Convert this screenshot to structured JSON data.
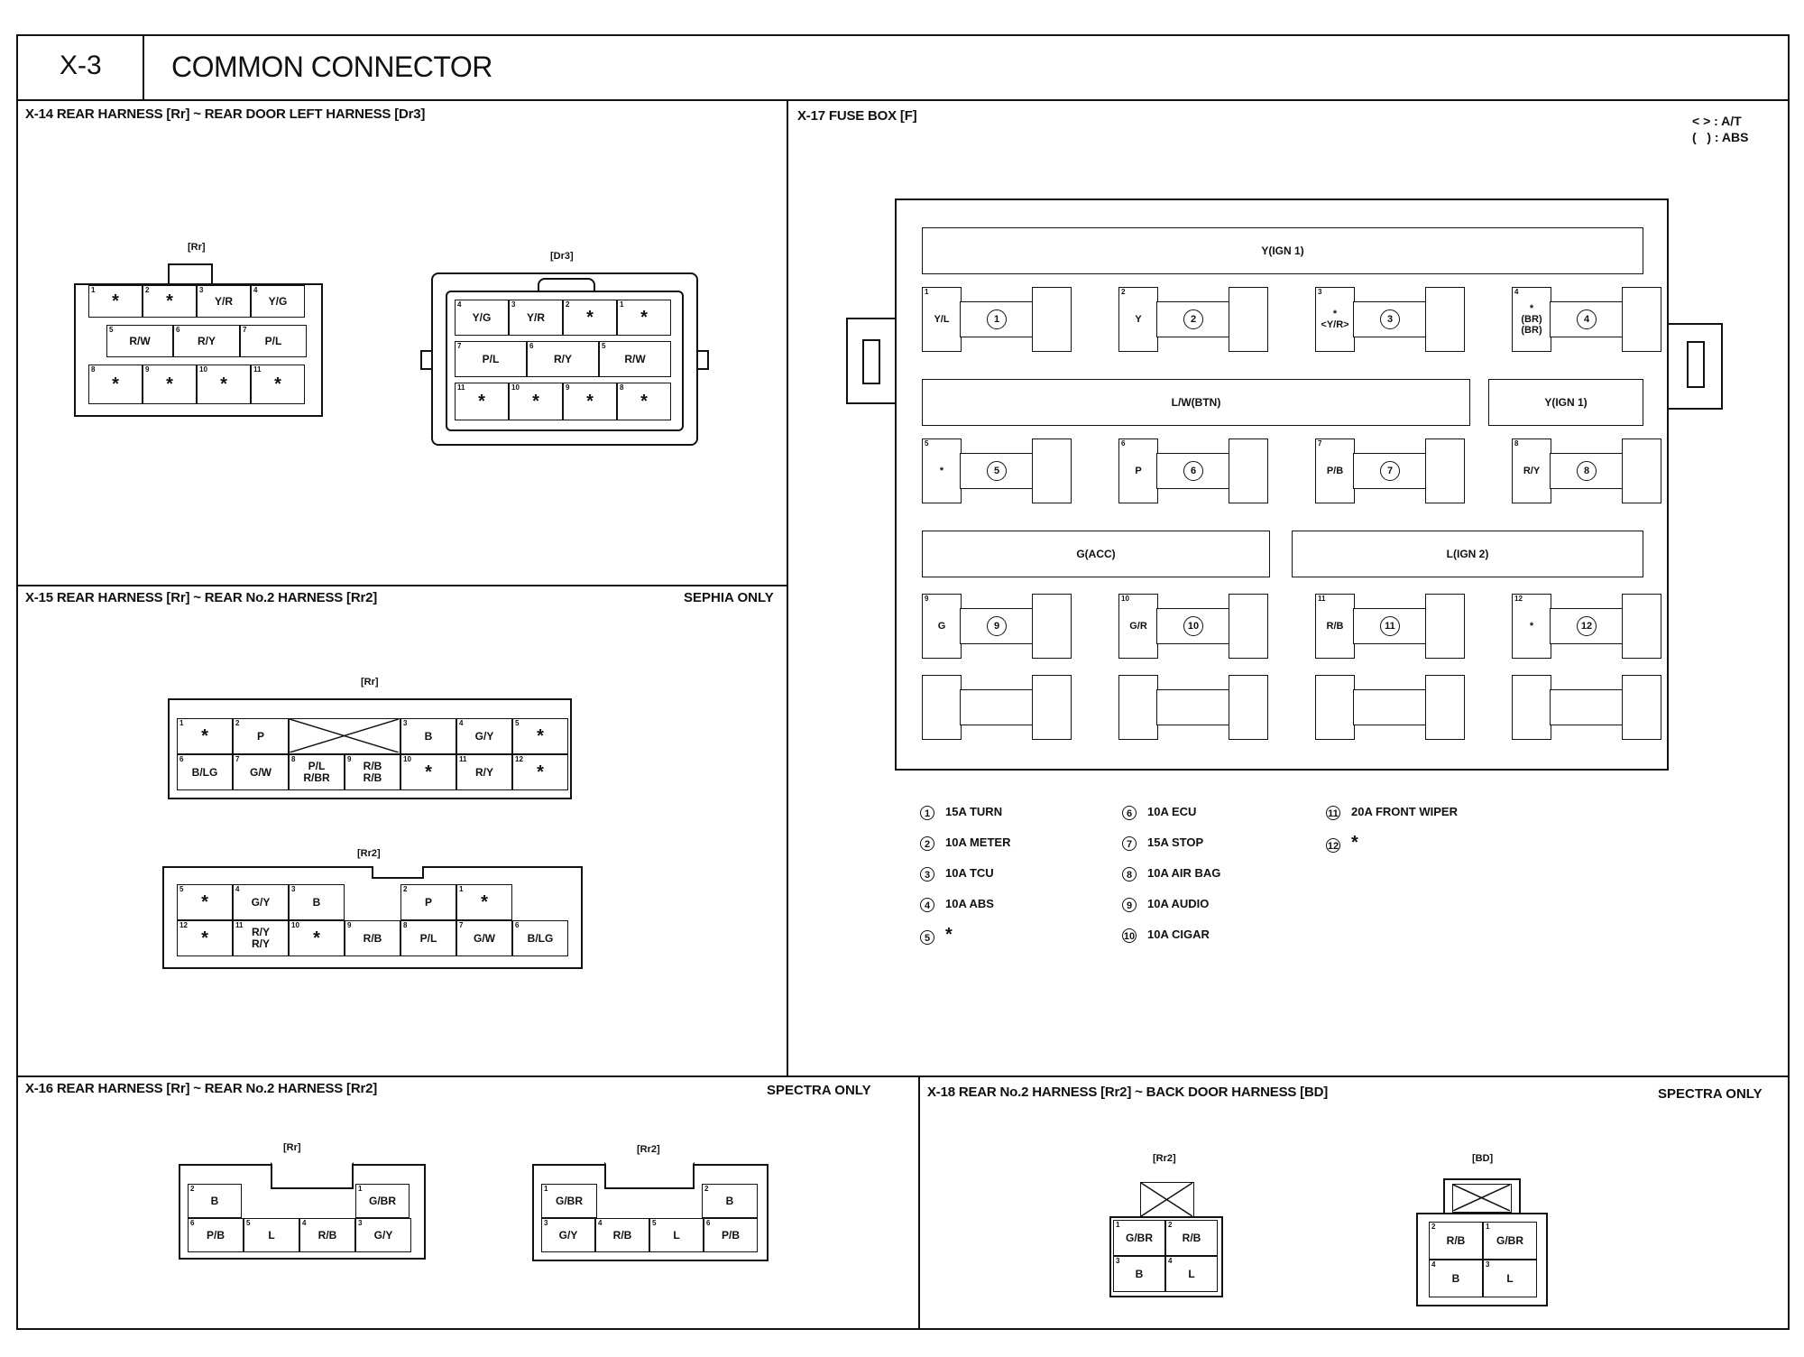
{
  "header": {
    "code": "X-3",
    "title": "COMMON CONNECTOR"
  },
  "x14": {
    "title": "X-14 REAR HARNESS [Rr] ~ REAR DOOR LEFT HARNESS [Dr3]",
    "rr_label": "[Rr]",
    "dr3_label": "[Dr3]",
    "rr_pins": [
      {
        "p": "1",
        "t": "*"
      },
      {
        "p": "2",
        "t": "*"
      },
      {
        "p": "3",
        "t": "Y/R"
      },
      {
        "p": "4",
        "t": "Y/G"
      },
      {
        "p": "5",
        "t": "R/W"
      },
      {
        "p": "6",
        "t": "R/Y"
      },
      {
        "p": "7",
        "t": "P/L"
      },
      {
        "p": "8",
        "t": "*"
      },
      {
        "p": "9",
        "t": "*"
      },
      {
        "p": "10",
        "t": "*"
      },
      {
        "p": "11",
        "t": "*"
      }
    ],
    "dr3_pins": [
      {
        "p": "4",
        "t": "Y/G"
      },
      {
        "p": "3",
        "t": "Y/R"
      },
      {
        "p": "2",
        "t": "*"
      },
      {
        "p": "1",
        "t": "*"
      },
      {
        "p": "7",
        "t": "P/L"
      },
      {
        "p": "6",
        "t": "R/Y"
      },
      {
        "p": "5",
        "t": "R/W"
      },
      {
        "p": "11",
        "t": "*"
      },
      {
        "p": "10",
        "t": "*"
      },
      {
        "p": "9",
        "t": "*"
      },
      {
        "p": "8",
        "t": "*"
      }
    ]
  },
  "x15": {
    "title": "X-15 REAR HARNESS [Rr] ~ REAR No.2 HARNESS [Rr2]",
    "note": "SEPHIA ONLY",
    "rr_label": "[Rr]",
    "rr2_label": "[Rr2]",
    "rr_pins": [
      {
        "p": "1",
        "t": "*"
      },
      {
        "p": "2",
        "t": "P"
      },
      {
        "p": "3",
        "t": "B"
      },
      {
        "p": "4",
        "t": "G/Y"
      },
      {
        "p": "5",
        "t": "*"
      },
      {
        "p": "6",
        "t": "B/LG"
      },
      {
        "p": "7",
        "t": "G/W"
      },
      {
        "p": "8",
        "t": "P/L\nR/BR"
      },
      {
        "p": "9",
        "t": "R/B\nR/B"
      },
      {
        "p": "10",
        "t": "*"
      },
      {
        "p": "11",
        "t": "R/Y"
      },
      {
        "p": "12",
        "t": "*"
      }
    ],
    "rr2_pins": [
      {
        "p": "5",
        "t": "*"
      },
      {
        "p": "4",
        "t": "G/Y"
      },
      {
        "p": "3",
        "t": "B"
      },
      {
        "p": "2",
        "t": "P"
      },
      {
        "p": "1",
        "t": "*"
      },
      {
        "p": "12",
        "t": "*"
      },
      {
        "p": "11",
        "t": "R/Y\nR/Y"
      },
      {
        "p": "10",
        "t": "*"
      },
      {
        "p": "9",
        "t": "R/B"
      },
      {
        "p": "8",
        "t": "P/L"
      },
      {
        "p": "7",
        "t": "G/W"
      },
      {
        "p": "6",
        "t": "B/LG"
      }
    ]
  },
  "x16": {
    "title": "X-16 REAR HARNESS [Rr] ~ REAR No.2 HARNESS [Rr2]",
    "note": "SPECTRA ONLY",
    "rr_label": "[Rr]",
    "rr2_label": "[Rr2]",
    "rr_pins": [
      {
        "p": "2",
        "t": "B"
      },
      {
        "p": "1",
        "t": "G/BR"
      },
      {
        "p": "6",
        "t": "P/B"
      },
      {
        "p": "5",
        "t": "L"
      },
      {
        "p": "4",
        "t": "R/B"
      },
      {
        "p": "3",
        "t": "G/Y"
      }
    ],
    "rr2_pins": [
      {
        "p": "1",
        "t": "G/BR"
      },
      {
        "p": "2",
        "t": "B"
      },
      {
        "p": "3",
        "t": "G/Y"
      },
      {
        "p": "4",
        "t": "R/B"
      },
      {
        "p": "5",
        "t": "L"
      },
      {
        "p": "6",
        "t": "P/B"
      }
    ]
  },
  "x17": {
    "title": "X-17 FUSE BOX [F]",
    "note_at": "< > : A/T",
    "note_abs": "(   ) : ABS",
    "buses": [
      "Y(IGN 1)",
      "L/W(BTN)",
      "Y(IGN 1)",
      "G(ACC)",
      "L(IGN 2)"
    ],
    "slots": [
      {
        "p": "1",
        "t": "Y/L",
        "n": "1"
      },
      {
        "p": "2",
        "t": "Y",
        "n": "2"
      },
      {
        "p": "3",
        "t": "*\n<Y/R>",
        "n": "3"
      },
      {
        "p": "4",
        "t": "*\n(BR)\n(BR)",
        "n": "4"
      },
      {
        "p": "5",
        "t": "*",
        "n": "5"
      },
      {
        "p": "6",
        "t": "P",
        "n": "6"
      },
      {
        "p": "7",
        "t": "P/B",
        "n": "7"
      },
      {
        "p": "8",
        "t": "R/Y",
        "n": "8"
      },
      {
        "p": "9",
        "t": "G",
        "n": "9"
      },
      {
        "p": "10",
        "t": "G/R",
        "n": "10"
      },
      {
        "p": "11",
        "t": "R/B",
        "n": "11"
      },
      {
        "p": "12",
        "t": "*",
        "n": "12"
      }
    ],
    "legend": [
      {
        "n": "1",
        "t": "15A TURN"
      },
      {
        "n": "2",
        "t": "10A METER"
      },
      {
        "n": "3",
        "t": "10A TCU"
      },
      {
        "n": "4",
        "t": "10A ABS"
      },
      {
        "n": "5",
        "t": "*"
      },
      {
        "n": "6",
        "t": "10A ECU"
      },
      {
        "n": "7",
        "t": "15A STOP"
      },
      {
        "n": "8",
        "t": "10A AIR BAG"
      },
      {
        "n": "9",
        "t": "10A AUDIO"
      },
      {
        "n": "10",
        "t": "10A CIGAR"
      },
      {
        "n": "11",
        "t": "20A FRONT WIPER"
      },
      {
        "n": "12",
        "t": "*"
      }
    ]
  },
  "x18": {
    "title": "X-18 REAR No.2 HARNESS [Rr2] ~ BACK DOOR HARNESS [BD]",
    "note": "SPECTRA ONLY",
    "rr2_label": "[Rr2]",
    "bd_label": "[BD]",
    "rr2_pins": [
      {
        "p": "1",
        "t": "G/BR"
      },
      {
        "p": "2",
        "t": "R/B"
      },
      {
        "p": "3",
        "t": "B"
      },
      {
        "p": "4",
        "t": "L"
      }
    ],
    "bd_pins": [
      {
        "p": "2",
        "t": "R/B"
      },
      {
        "p": "1",
        "t": "G/BR"
      },
      {
        "p": "4",
        "t": "B"
      },
      {
        "p": "3",
        "t": "L"
      }
    ]
  }
}
